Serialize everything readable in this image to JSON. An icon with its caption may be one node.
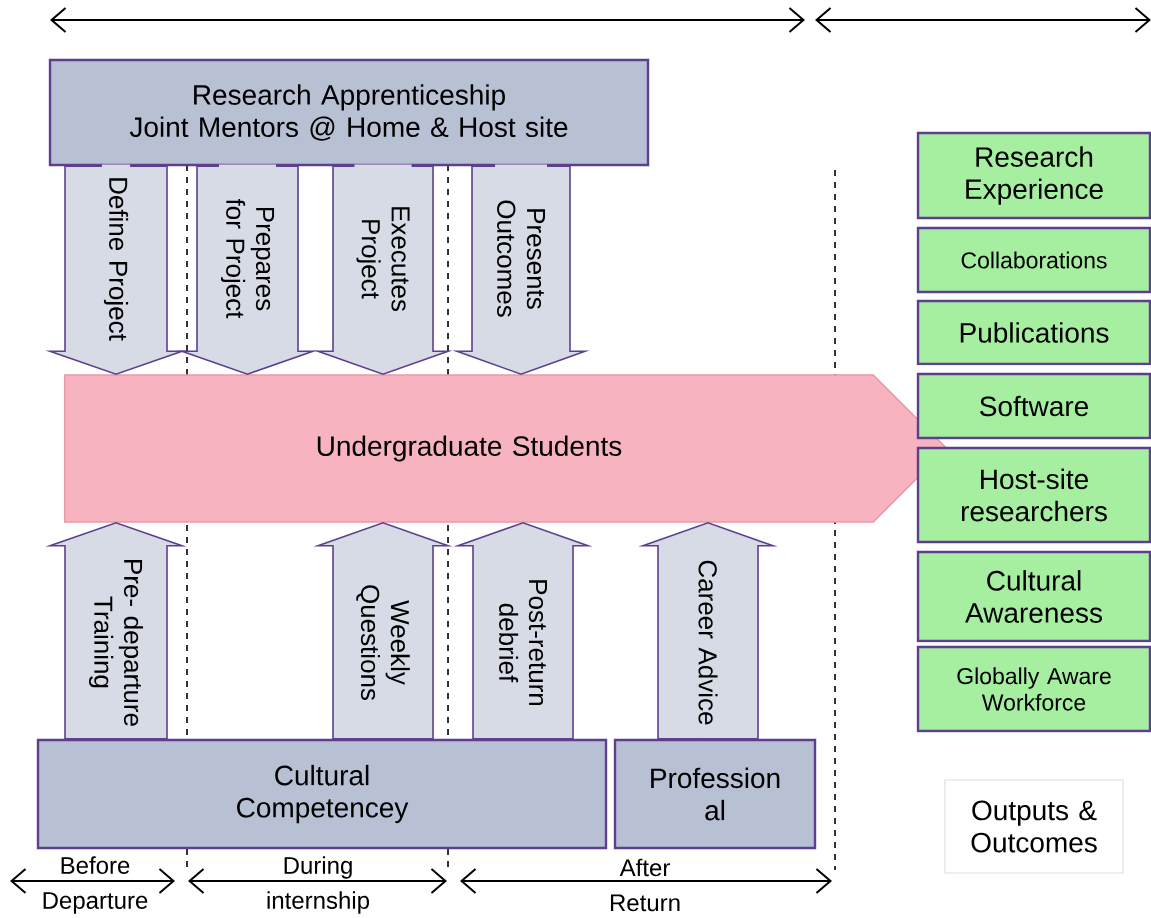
{
  "diagram": {
    "nodes": [
      {
        "text": [
          "Research Apprenticeship",
          "Joint Mentors @ Home & Host site"
        ]
      },
      {
        "text": [
          "Undergraduate Students"
        ]
      },
      {
        "text": [
          "Research Experience"
        ]
      },
      {
        "text": [
          "Collaborations"
        ]
      },
      {
        "text": [
          "Publications"
        ]
      },
      {
        "text": [
          "Software"
        ]
      },
      {
        "text": [
          "Host-site researchers"
        ]
      },
      {
        "text": [
          "Cultural Awareness"
        ]
      },
      {
        "text": [
          "Globally Aware Workforce"
        ]
      },
      {
        "text": [
          "Outputs & Outcomes"
        ]
      },
      {
        "text": [
          "Cultural Competencey"
        ]
      },
      {
        "text": [
          "Profession al"
        ]
      }
    ],
    "edges": [
      {
        "from": 0,
        "to": 1,
        "arrow": "to",
        "label": "Define Project"
      },
      {
        "from": 0,
        "to": 1,
        "arrow": "to",
        "label": "Prepares for Project"
      },
      {
        "from": 0,
        "to": 1,
        "arrow": "to",
        "label": "Executes Project"
      },
      {
        "from": 0,
        "to": 1,
        "arrow": "to",
        "label": "Presents Outcomes"
      },
      {
        "from": 10,
        "to": 1,
        "arrow": "to",
        "label": "Pre- departure Training"
      },
      {
        "from": 10,
        "to": 1,
        "arrow": "to",
        "label": "Weekly Questions"
      },
      {
        "from": 10,
        "to": 1,
        "arrow": "to",
        "label": "Post-return debrief"
      },
      {
        "from": 11,
        "to": 1,
        "arrow": "to",
        "label": "Career Advice"
      }
    ],
    "labels": [
      "Before Departure",
      "During internship",
      "After Return"
    ]
  }
}
